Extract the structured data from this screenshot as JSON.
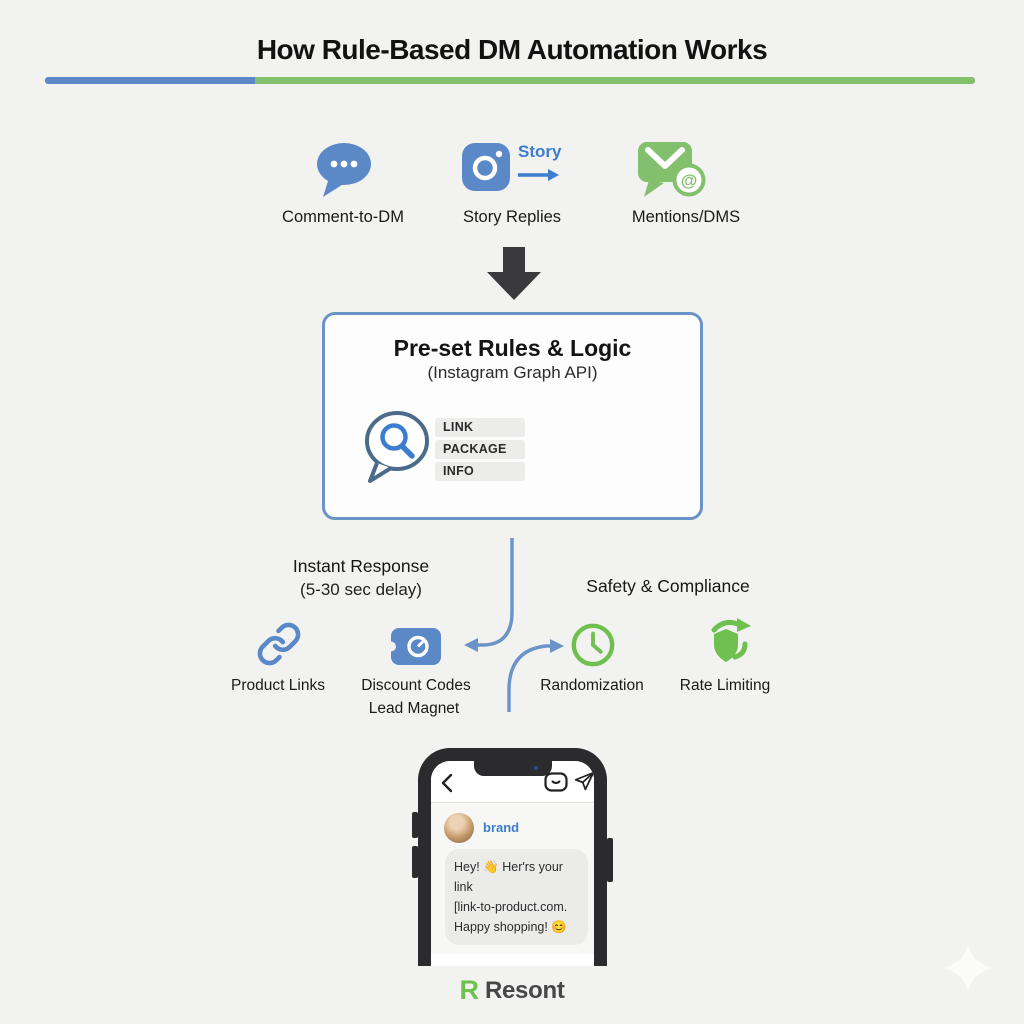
{
  "title": "How Rule-Based DM Automation Works",
  "triggers": [
    {
      "label": "Comment-to-DM"
    },
    {
      "label": "Story Replies",
      "annotation": "Story"
    },
    {
      "label": "Mentions/DMS"
    }
  ],
  "rules_box": {
    "title": "Pre-set Rules & Logic",
    "subtitle": "(Instagram Graph API)",
    "tags": [
      "LINK",
      "PACKAGE",
      "INFO"
    ]
  },
  "branch_labels": {
    "left_title": "Instant Response",
    "left_subtitle": "(5-30 sec delay)",
    "right_title": "Safety & Compliance"
  },
  "outputs": [
    {
      "label": "Product Links",
      "sublabel": ""
    },
    {
      "label": "Discount Codes",
      "sublabel": "Lead Magnet"
    },
    {
      "label": "Randomization",
      "sublabel": ""
    },
    {
      "label": "Rate Limiting",
      "sublabel": ""
    }
  ],
  "phone": {
    "username": "brand",
    "message_line1": "Hey! 👋 Her'rs your link",
    "message_line2": "[link-to-product.com.",
    "message_line3": "Happy shopping! 😊"
  },
  "footer_brand": "Resont",
  "colors": {
    "blue": "#5b88c7",
    "link_blue": "#3b7ed0",
    "green_soft": "#82c06e",
    "green_bright": "#6ec04f",
    "box_border": "#6b93c8",
    "connector": "#6b93c8",
    "arrow_dark": "#3a3a3c",
    "background": "#f2f2f0"
  }
}
